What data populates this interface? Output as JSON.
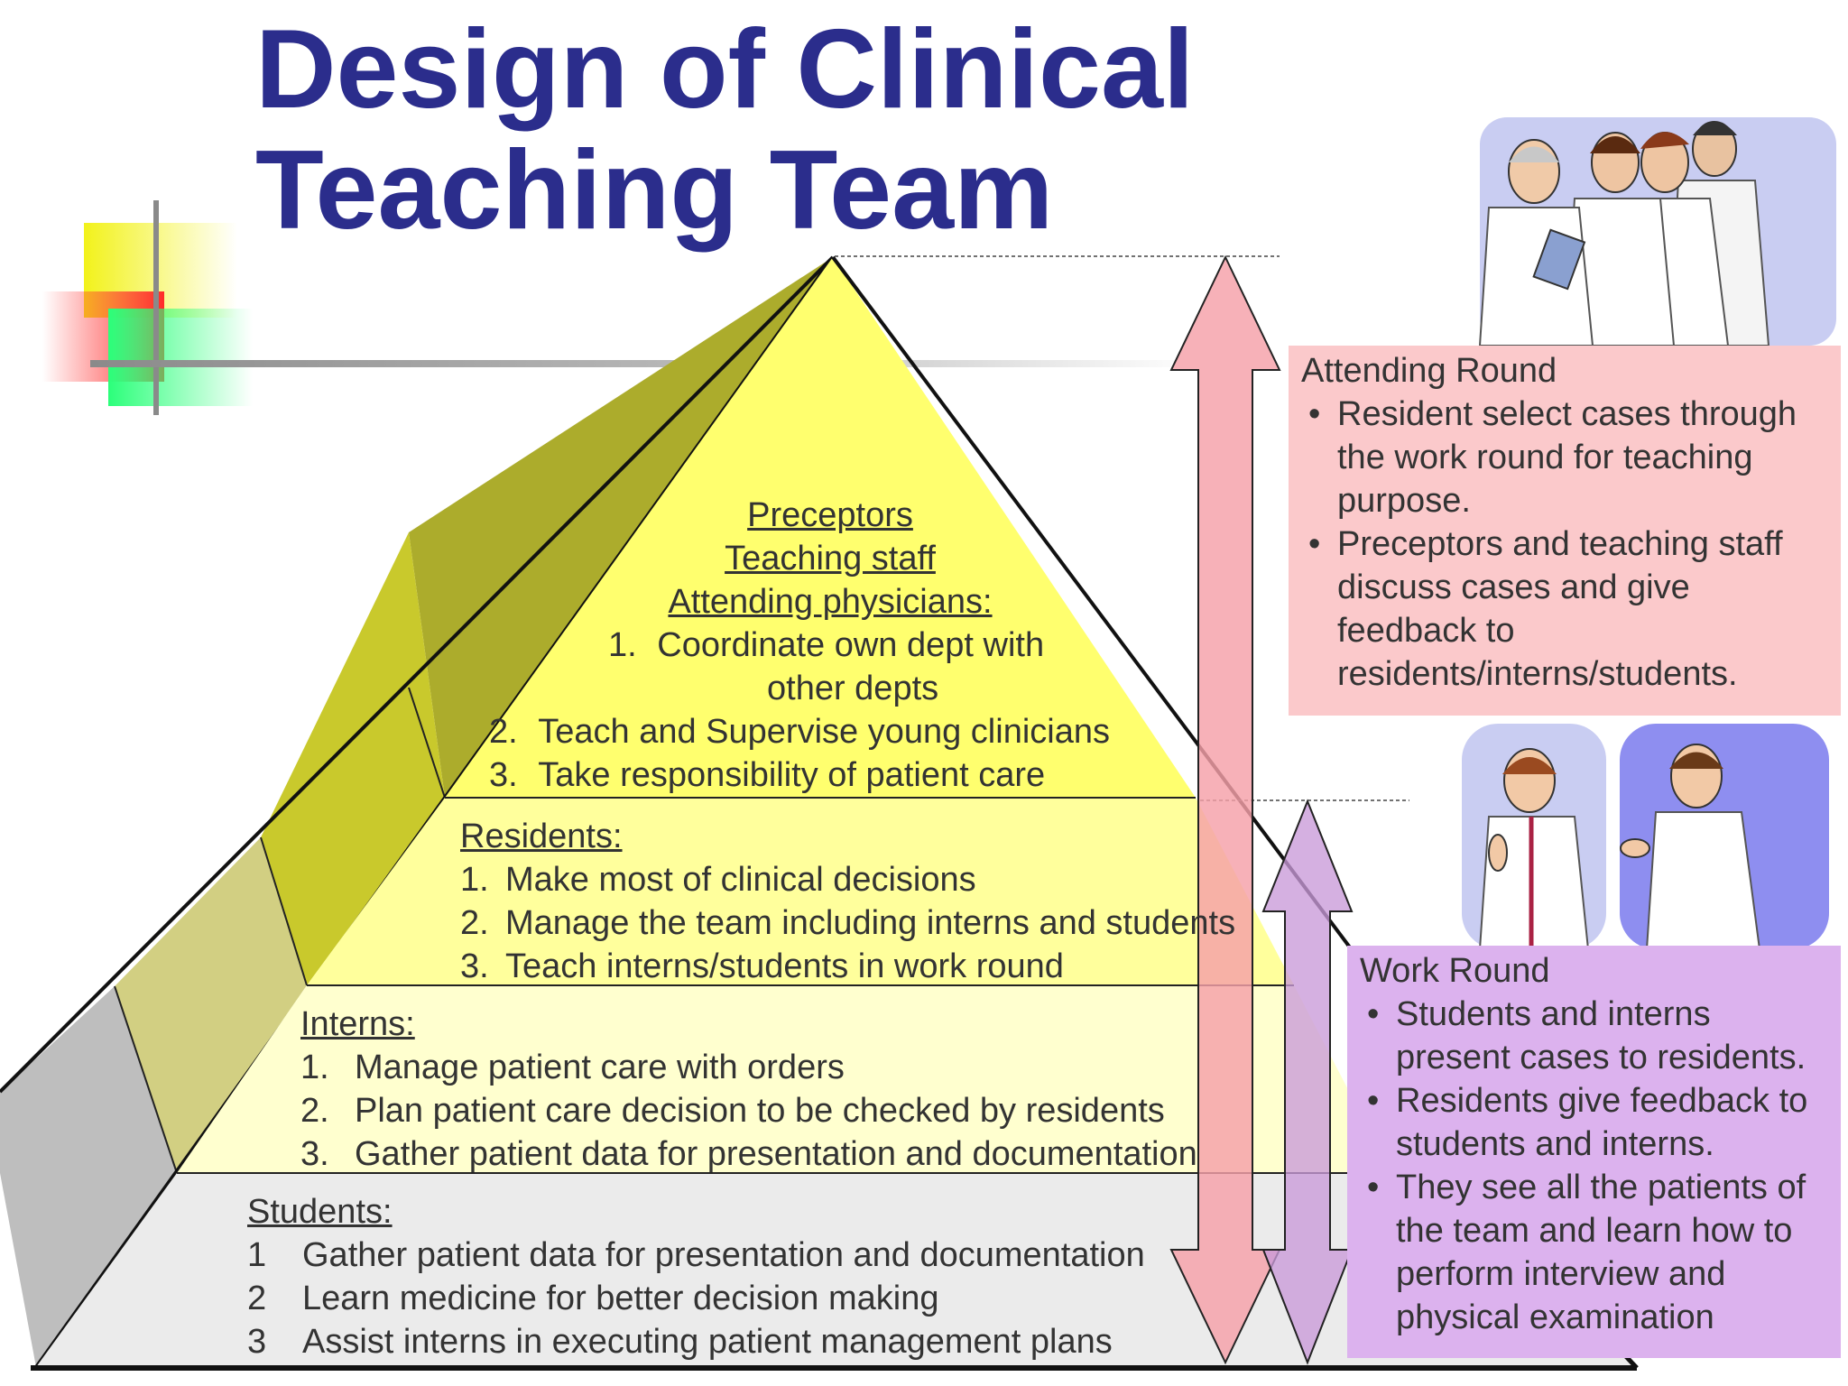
{
  "title": {
    "line1": "Design of Clinical",
    "line2": "Teaching Team"
  },
  "tiers": {
    "preceptors": {
      "heading": [
        "Preceptors",
        "Teaching staff",
        "Attending physicians:"
      ],
      "items": [
        {
          "num": "1.",
          "lines": [
            "Coordinate own dept with",
            "other depts"
          ]
        },
        {
          "num": "2.",
          "lines": [
            "Teach and Supervise young clinicians"
          ]
        },
        {
          "num": "3.",
          "lines": [
            "Take responsibility of patient care"
          ]
        }
      ]
    },
    "residents": {
      "heading": "Residents:",
      "items": [
        {
          "num": "1.",
          "text": "Make most of clinical decisions"
        },
        {
          "num": "2.",
          "text": "Manage the team including interns and students"
        },
        {
          "num": "3.",
          "text": "Teach interns/students in work round"
        }
      ]
    },
    "interns": {
      "heading": "Interns:",
      "items": [
        {
          "num": "1.",
          "text": "Manage patient care with orders"
        },
        {
          "num": "2.",
          "text": "Plan patient care decision to be checked by residents"
        },
        {
          "num": "3.",
          "text": "Gather patient data for presentation and documentation"
        }
      ]
    },
    "students": {
      "heading": "Students:",
      "items": [
        {
          "num": "1",
          "text": "Gather patient data for presentation and documentation"
        },
        {
          "num": "2",
          "text": "Learn medicine for better decision making"
        },
        {
          "num": "3",
          "text": "Assist interns in executing patient management plans"
        }
      ]
    }
  },
  "attending_round": {
    "title": "Attending Round",
    "bullets": [
      "Resident select cases through the work round for teaching purpose.",
      "Preceptors and teaching staff discuss cases and give feedback to residents/interns/students."
    ]
  },
  "work_round": {
    "title": "Work Round",
    "bullets": [
      "Students and interns present cases to residents.",
      "Residents give feedback to students and interns.",
      "They see all the patients of the team and learn how to perform interview and physical examination"
    ]
  },
  "colors": {
    "title": "#2b2d8c",
    "tier_top": "#ffff6e",
    "tier_residents": "#ffff9c",
    "tier_interns": "#ffffcf",
    "tier_students": "#ebebeb",
    "attending_box": "#fbc9cb",
    "work_box": "#dcb2ee",
    "attending_arrow": "#f5a0a8",
    "work_arrow": "#c99ad8"
  },
  "icons": {
    "attending_clipart": "doctors-group-icon",
    "work_clipart": "two-doctors-icon",
    "decoration": "color-squares-icon"
  }
}
